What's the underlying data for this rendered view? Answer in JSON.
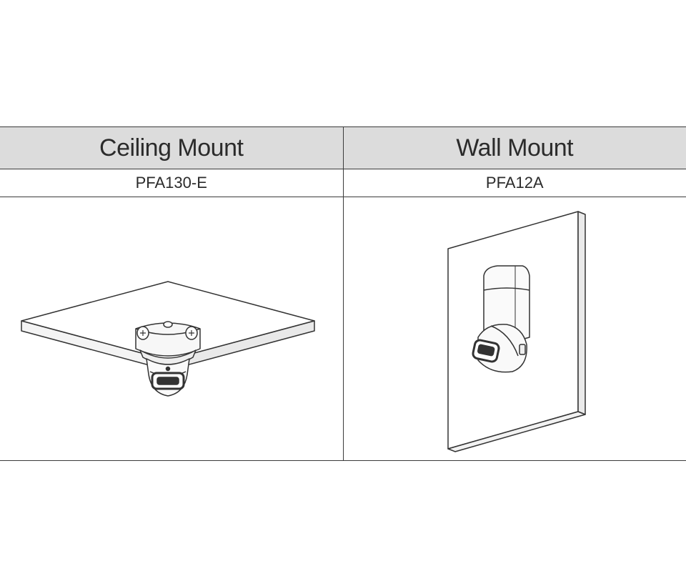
{
  "table": {
    "columns": [
      {
        "header": "Ceiling Mount",
        "model": "PFA130-E",
        "illustration": "ceiling-mounted-dome-camera"
      },
      {
        "header": "Wall Mount",
        "model": "PFA12A",
        "illustration": "wall-mounted-dome-camera"
      }
    ]
  },
  "colors": {
    "header_bg": "#dcdcdc",
    "border": "#3a3a3a",
    "text": "#2b2b2b"
  }
}
